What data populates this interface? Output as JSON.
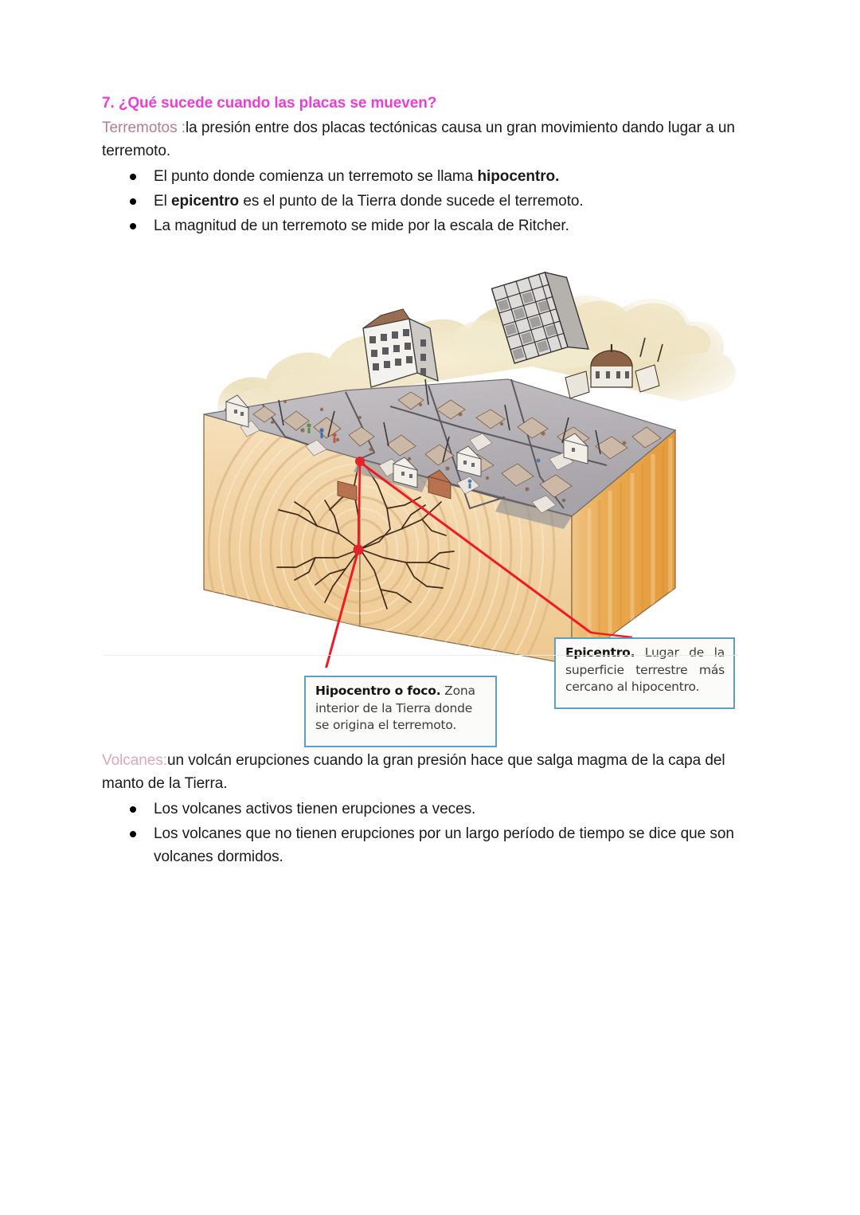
{
  "document": {
    "heading": "7. ¿Qué sucede cuando las placas se mueven?",
    "sections": [
      {
        "lead": "Terremotos :",
        "lead_color": "#b2808f",
        "body_before": "la presión entre dos placas tectónicas causa un gran movimiento dando lugar a un terremoto.",
        "bullets": [
          {
            "pre": "El punto donde comienza un terremoto se llama ",
            "bold": "hipocentro.",
            "post": ""
          },
          {
            "pre": "El ",
            "bold": "epicentro",
            "post": " es el punto de la Tierra donde sucede el terremoto."
          },
          {
            "pre": "La magnitud de un terremoto se mide por la escala de Ritcher.",
            "bold": "",
            "post": ""
          }
        ]
      },
      {
        "lead": "Volcanes:",
        "lead_color": "#dba9bb",
        "body_before": "un volcán erupciones cuando la gran presión hace que salga magma de la capa del manto de la Tierra.",
        "bullets": [
          {
            "pre": "Los volcanes activos tienen erupciones a veces.",
            "bold": "",
            "post": ""
          },
          {
            "pre": "Los volcanes que no tienen erupciones por un largo período de tiempo se dice que son volcanes dormidos.",
            "bold": "",
            "post": ""
          }
        ]
      }
    ]
  },
  "figure": {
    "title": "earthquake-block-diagram",
    "description": "Bloque diagrama en 3D de la corteza terrestre con una ciudad destruida en la superficie, nubes de polvo, ondas sísmicas concéntricas y grietas.",
    "callouts": {
      "hipocentro": {
        "term": "Hipocentro o foco.",
        "text": " Zona interior de la Tierra donde se origina el terremoto."
      },
      "epicentro": {
        "term": "Epicentro.",
        "text": " Lugar de la superficie terrestre más cercano al hipocentro."
      }
    },
    "markers": {
      "hypocenter_label": "hypocenter-point",
      "epicenter_label": "epicenter-point"
    },
    "colors": {
      "callout_border": "#5e9fbd",
      "leader_line": "#ed1c24",
      "marker": "#e3232a",
      "rock_front": "#f0d0a0",
      "rock_side": "#e9a747",
      "rock_top": "#f3ddb6",
      "city_plate": "#b6b4b8",
      "dust": "#f0e3c2",
      "crack": "#4a2f22"
    }
  }
}
